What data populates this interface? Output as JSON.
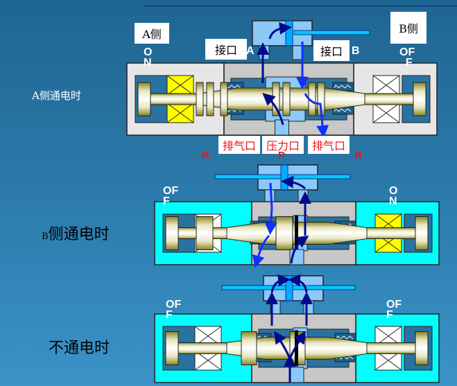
{
  "panels": [
    {
      "state_label": "A侧通电时",
      "left_coil": "ON",
      "right_coil": "OFF",
      "left_energized": true,
      "right_energized": false
    },
    {
      "state_label_prefix": "B",
      "state_label": "侧通电时",
      "left_coil": "OFF",
      "right_coil": "ON",
      "left_energized": false,
      "right_energized": true
    },
    {
      "state_label": "不通电时",
      "left_coil": "OFF",
      "right_coil": "OFF",
      "left_energized": false,
      "right_energized": false
    }
  ],
  "labels": {
    "a_side": "A侧",
    "b_side": "B侧",
    "port_a_box": "接口",
    "port_b_box": "接口",
    "port_a_letter": "A",
    "port_b_letter": "B",
    "exhaust_left": "排气口",
    "pressure": "压力口",
    "exhaust_right": "排气口",
    "r_left": "R",
    "p": "P",
    "r_right": "R",
    "on_1": "O",
    "on_2": "N",
    "off_1": "OF",
    "off_2": "F"
  },
  "colors": {
    "coil_on": "#ffff00",
    "coil_off": "#ffffff",
    "housing_active": "#e6e6e6",
    "housing_idle": "#00ffff",
    "air": "#8cc8f8",
    "arrow": "#000a8c",
    "label_red": "#e8141e"
  }
}
